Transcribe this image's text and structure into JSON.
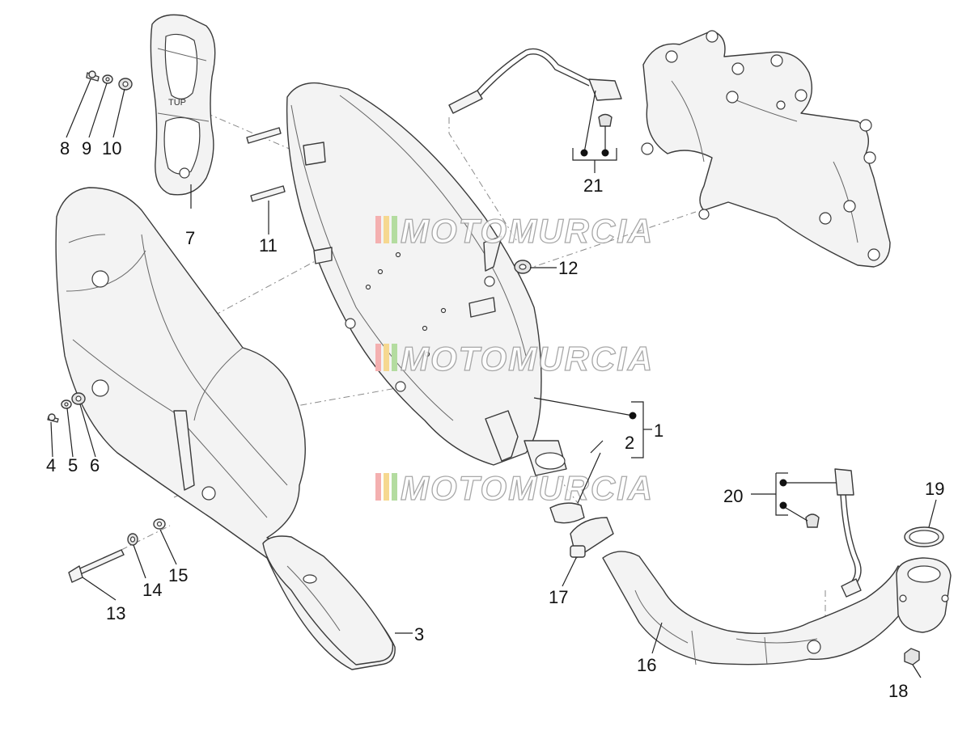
{
  "labels": {
    "n1": "1",
    "n2": "2",
    "n3": "3",
    "n4": "4",
    "n5": "5",
    "n6": "6",
    "n7": "7",
    "n8": "8",
    "n9": "9",
    "n10": "10",
    "n11": "11",
    "n12": "12",
    "n13": "13",
    "n14": "14",
    "n15": "15",
    "n16": "16",
    "n17": "17",
    "n18": "18",
    "n19": "19",
    "n20": "20",
    "n21": "21"
  },
  "watermark": {
    "text": "MOTOMURCIA",
    "stripe_colors": [
      "#f4b0b0",
      "#f6d890",
      "#b4dca0"
    ]
  }
}
